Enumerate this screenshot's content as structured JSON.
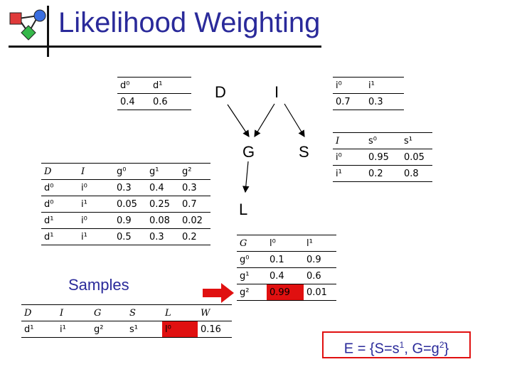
{
  "title": "Likelihood Weighting",
  "nodes": {
    "D": "D",
    "I": "I",
    "G": "G",
    "S": "S",
    "L": "L"
  },
  "cpd_D": {
    "header": [
      "d⁰",
      "d¹"
    ],
    "row": [
      "0.4",
      "0.6"
    ]
  },
  "cpd_I": {
    "header": [
      "i⁰",
      "i¹"
    ],
    "row": [
      "0.7",
      "0.3"
    ]
  },
  "cpd_S": {
    "header": [
      "I",
      "s⁰",
      "s¹"
    ],
    "rows": [
      [
        "i⁰",
        "0.95",
        "0.05"
      ],
      [
        "i¹",
        "0.2",
        "0.8"
      ]
    ]
  },
  "cpd_G": {
    "header": [
      "D",
      "I",
      "g⁰",
      "g¹",
      "g²"
    ],
    "rows": [
      [
        "d⁰",
        "i⁰",
        "0.3",
        "0.4",
        "0.3"
      ],
      [
        "d⁰",
        "i¹",
        "0.05",
        "0.25",
        "0.7"
      ],
      [
        "d¹",
        "i⁰",
        "0.9",
        "0.08",
        "0.02"
      ],
      [
        "d¹",
        "i¹",
        "0.5",
        "0.3",
        "0.2"
      ]
    ]
  },
  "cpd_L": {
    "header": [
      "G",
      "l⁰",
      "l¹"
    ],
    "rows": [
      [
        "g⁰",
        "0.1",
        "0.9"
      ],
      [
        "g¹",
        "0.4",
        "0.6"
      ],
      [
        "g²",
        "0.99",
        "0.01"
      ]
    ],
    "highlight": {
      "row": 2,
      "col": 1,
      "color": "#e01010"
    }
  },
  "samples": {
    "label": "Samples",
    "header": [
      "D",
      "I",
      "G",
      "S",
      "L",
      "W"
    ],
    "rows": [
      [
        "d¹",
        "i¹",
        "g²",
        "s¹",
        "l⁰",
        "0.16"
      ]
    ],
    "highlight": {
      "row": 0,
      "col": 4,
      "color": "#e01010"
    }
  },
  "evidence": {
    "prefix": "E = {S=s",
    "s_sup": "1",
    "mid": ", G=g",
    "g_sup": "2",
    "suffix": "}"
  },
  "colors": {
    "title": "#2a2a9a",
    "highlight": "#e01010",
    "arrow": "#e01010"
  },
  "icons": [
    "network-logo-icon",
    "arrow-right-icon"
  ]
}
